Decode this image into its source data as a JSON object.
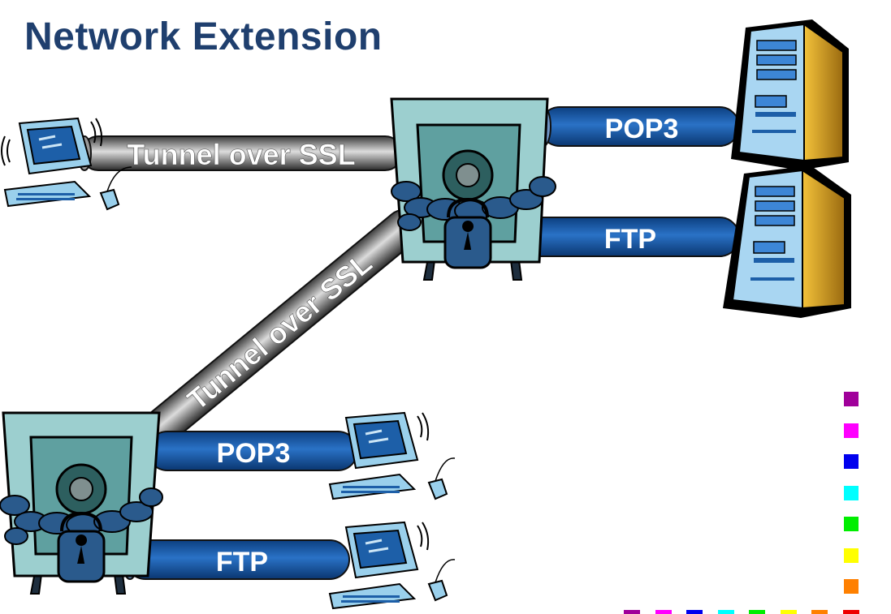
{
  "title": "Network Extension",
  "links": {
    "tunnel_top": "Tunnel over SSL",
    "tunnel_diagonal": "Tunnel over SSL",
    "server_pop3": "POP3",
    "server_ftp": "FTP",
    "client_pop3": "POP3",
    "client_ftp": "FTP"
  },
  "colors": {
    "title": "#1f3f6e",
    "pipe_blue": "#1a5aa8",
    "tunnel_gray": "#6e6e6e",
    "safe_body": "#9ccfcf",
    "chain": "#2a5a8c",
    "server_beige": "#d9a53a"
  },
  "legend_swatches": [
    "#a0009a",
    "#ff00ff",
    "#0000ee",
    "#00ffff",
    "#00ee00",
    "#ffff00",
    "#ff8000"
  ],
  "footer_swatches": [
    "#a0009a",
    "#ff00ff",
    "#0000ee",
    "#00ffff",
    "#00ee00",
    "#ffff00",
    "#ff8000",
    "#ee0000"
  ]
}
